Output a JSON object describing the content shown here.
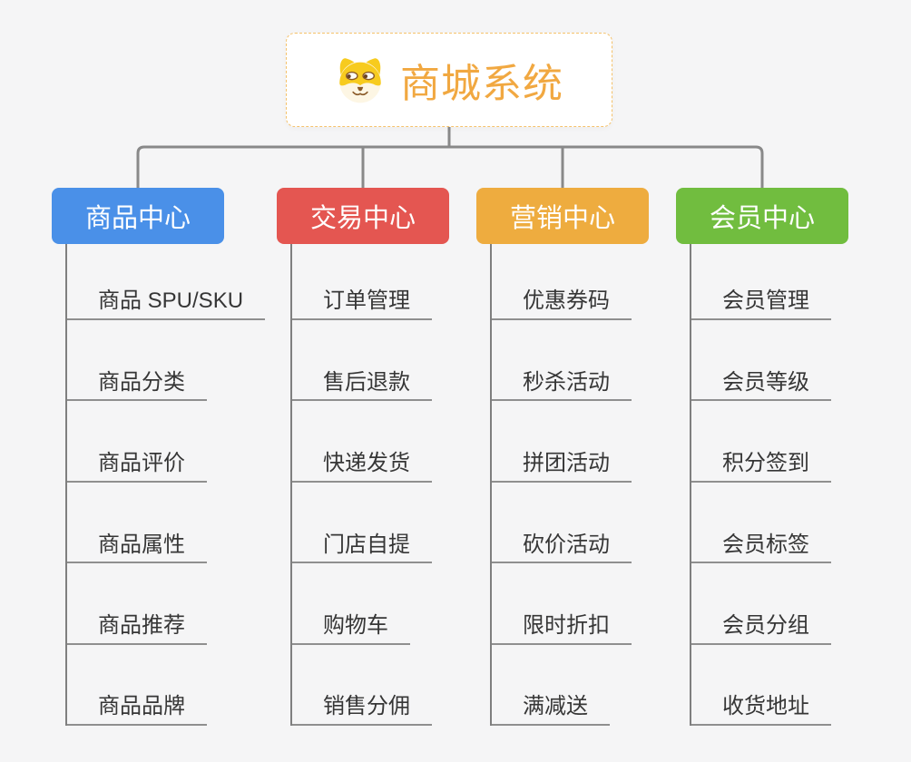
{
  "page": {
    "background": "#f5f5f6"
  },
  "root": {
    "title": "商城系统",
    "icon": "shiba-dog-face-icon",
    "title_color": "#F1A841",
    "border_color": "#F5C26B"
  },
  "connector_color": "#898989",
  "branches": [
    {
      "label": "商品中心",
      "color": "#4A90E8",
      "items": [
        "商品 SPU/SKU",
        "商品分类",
        "商品评价",
        "商品属性",
        "商品推荐",
        "商品品牌"
      ]
    },
    {
      "label": "交易中心",
      "color": "#E45651",
      "items": [
        "订单管理",
        "售后退款",
        "快递发货",
        "门店自提",
        "购物车",
        "销售分佣"
      ]
    },
    {
      "label": "营销中心",
      "color": "#EEAC3F",
      "items": [
        "优惠券码",
        "秒杀活动",
        "拼团活动",
        "砍价活动",
        "限时折扣",
        "满减送"
      ]
    },
    {
      "label": "会员中心",
      "color": "#71BD3F",
      "items": [
        "会员管理",
        "会员等级",
        "积分签到",
        "会员标签",
        "会员分组",
        "收货地址"
      ]
    }
  ]
}
